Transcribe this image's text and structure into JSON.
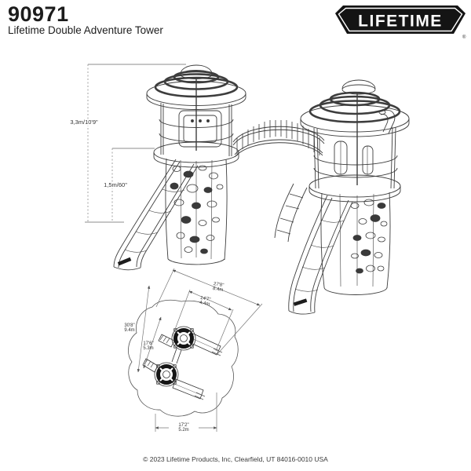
{
  "header": {
    "model": "90971",
    "product_name": "Lifetime Double Adventure Tower"
  },
  "logo": {
    "text": "LIFETIME",
    "registered": "®",
    "bg_color": "#141414",
    "text_color": "#ffffff"
  },
  "side_view": {
    "overall_height": "3,3m/10'9\"",
    "deck_height": "1,5m/60\""
  },
  "footprint": {
    "d27": {
      "ft": "27'8\"",
      "m": "8.4m"
    },
    "d14": {
      "ft": "14'7\"",
      "m": "4.4m"
    },
    "d30": {
      "ft": "30'8\"",
      "m": "9.4m"
    },
    "d17a": {
      "ft": "17'6\"",
      "m": "5.3m"
    },
    "d17b": {
      "ft": "17'2\"",
      "m": "5.2m"
    }
  },
  "footer": {
    "copyright": "© 2023 Lifetime Products, Inc, Clearfield, UT 84016-0010 USA"
  },
  "colors": {
    "line": "#3d3d3d",
    "dimension_line": "#8c8c8c"
  }
}
